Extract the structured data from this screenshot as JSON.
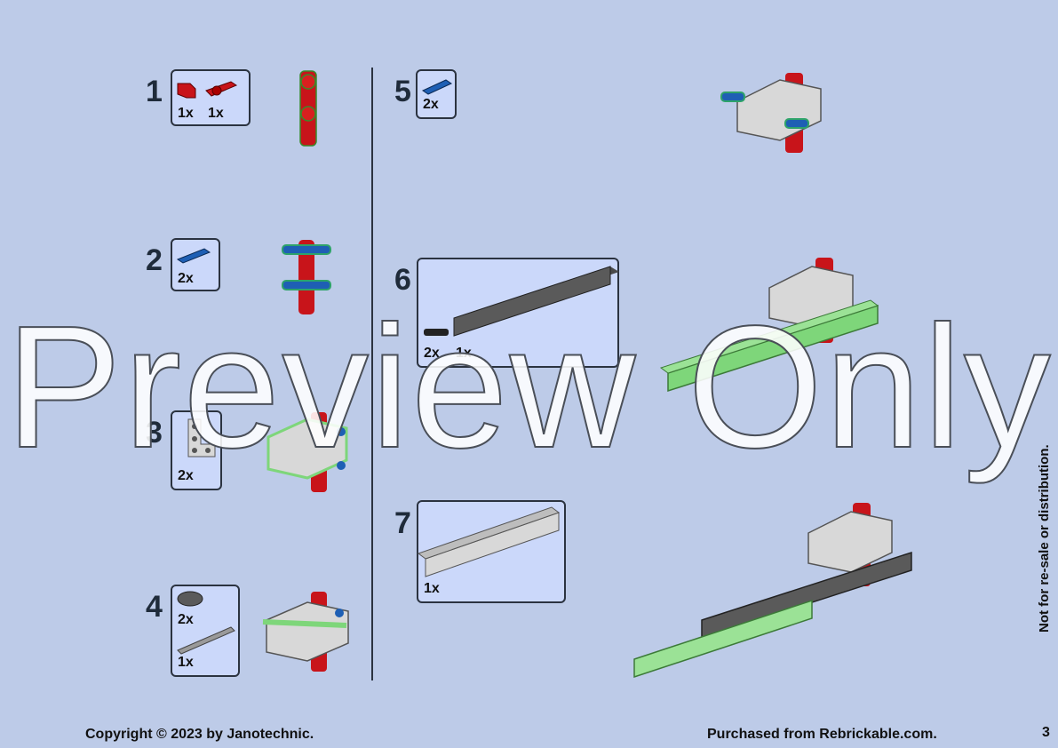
{
  "steps": [
    {
      "number": "1",
      "quantities": [
        "1x",
        "1x"
      ]
    },
    {
      "number": "2",
      "quantities": [
        "2x"
      ]
    },
    {
      "number": "3",
      "quantities": [
        "2x"
      ]
    },
    {
      "number": "4",
      "quantities": [
        "2x",
        "1x"
      ]
    },
    {
      "number": "5",
      "quantities": [
        "2x"
      ]
    },
    {
      "number": "6",
      "quantities": [
        "2x",
        "1x"
      ]
    },
    {
      "number": "7",
      "quantities": [
        "1x"
      ]
    }
  ],
  "watermark": "Preview Only",
  "footer": {
    "copyright": "Copyright © 2023 by Janotechnic.",
    "purchased": "Purchased from Rebrickable.com.",
    "page_number": "3"
  },
  "side_note": "Not for re-sale or distribution.",
  "colors": {
    "background": "#bdcbe8",
    "callout_fill": "#cbd8fa",
    "red_part": "#c8141a",
    "blue_pin": "#1e5fb4",
    "light_gray_part": "#d8d8d8",
    "dark_gray_part": "#5a5a5a",
    "highlight_green": "#7ed67a"
  }
}
